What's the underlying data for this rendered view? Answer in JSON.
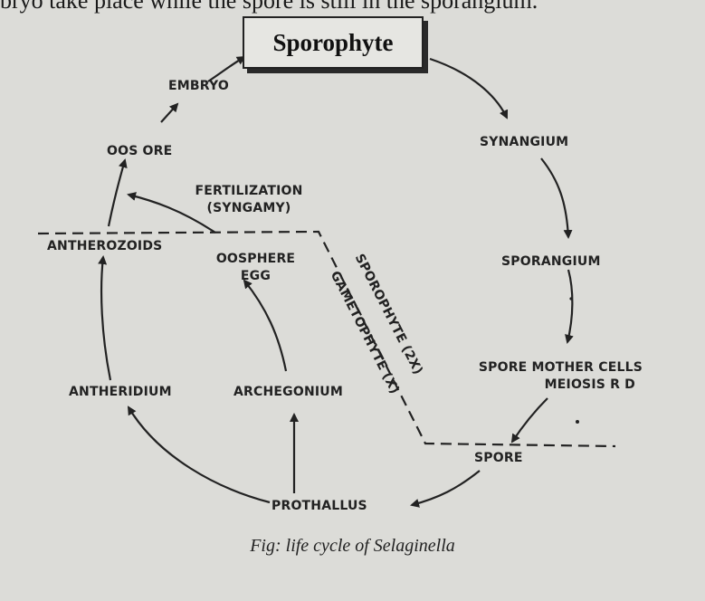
{
  "top_text": "bryo take place while the spore is still in the sporangium.",
  "box_label": "Sporophyte",
  "nodes": {
    "embryo": "EMBRYO",
    "oospore": "OOS ORE",
    "fertilization_line1": "FERTILIZATION",
    "fertilization_line2": "(SYNGAMY)",
    "antherozoids": "ANTHEROZOIDS",
    "oosphere_line1": "OOSPHERE",
    "oosphere_line2": "EGG",
    "synangium": "SYNANGIUM",
    "sporangium": "SPORANGIUM",
    "spore_mother_line1": "SPORE MOTHER CELLS",
    "spore_mother_line2": "MEIOSIS R D",
    "antheridium": "ANTHERIDIUM",
    "archegonium": "ARCHEGONIUM",
    "spore": "SPORE",
    "prothallus": "PROTHALLUS",
    "sporophyte_phase": "SPOROPHYTE (2X)",
    "gametophyte_phase": "GAMETOPHYTE (X)"
  },
  "caption": "Fig: life cycle of Selaginella"
}
